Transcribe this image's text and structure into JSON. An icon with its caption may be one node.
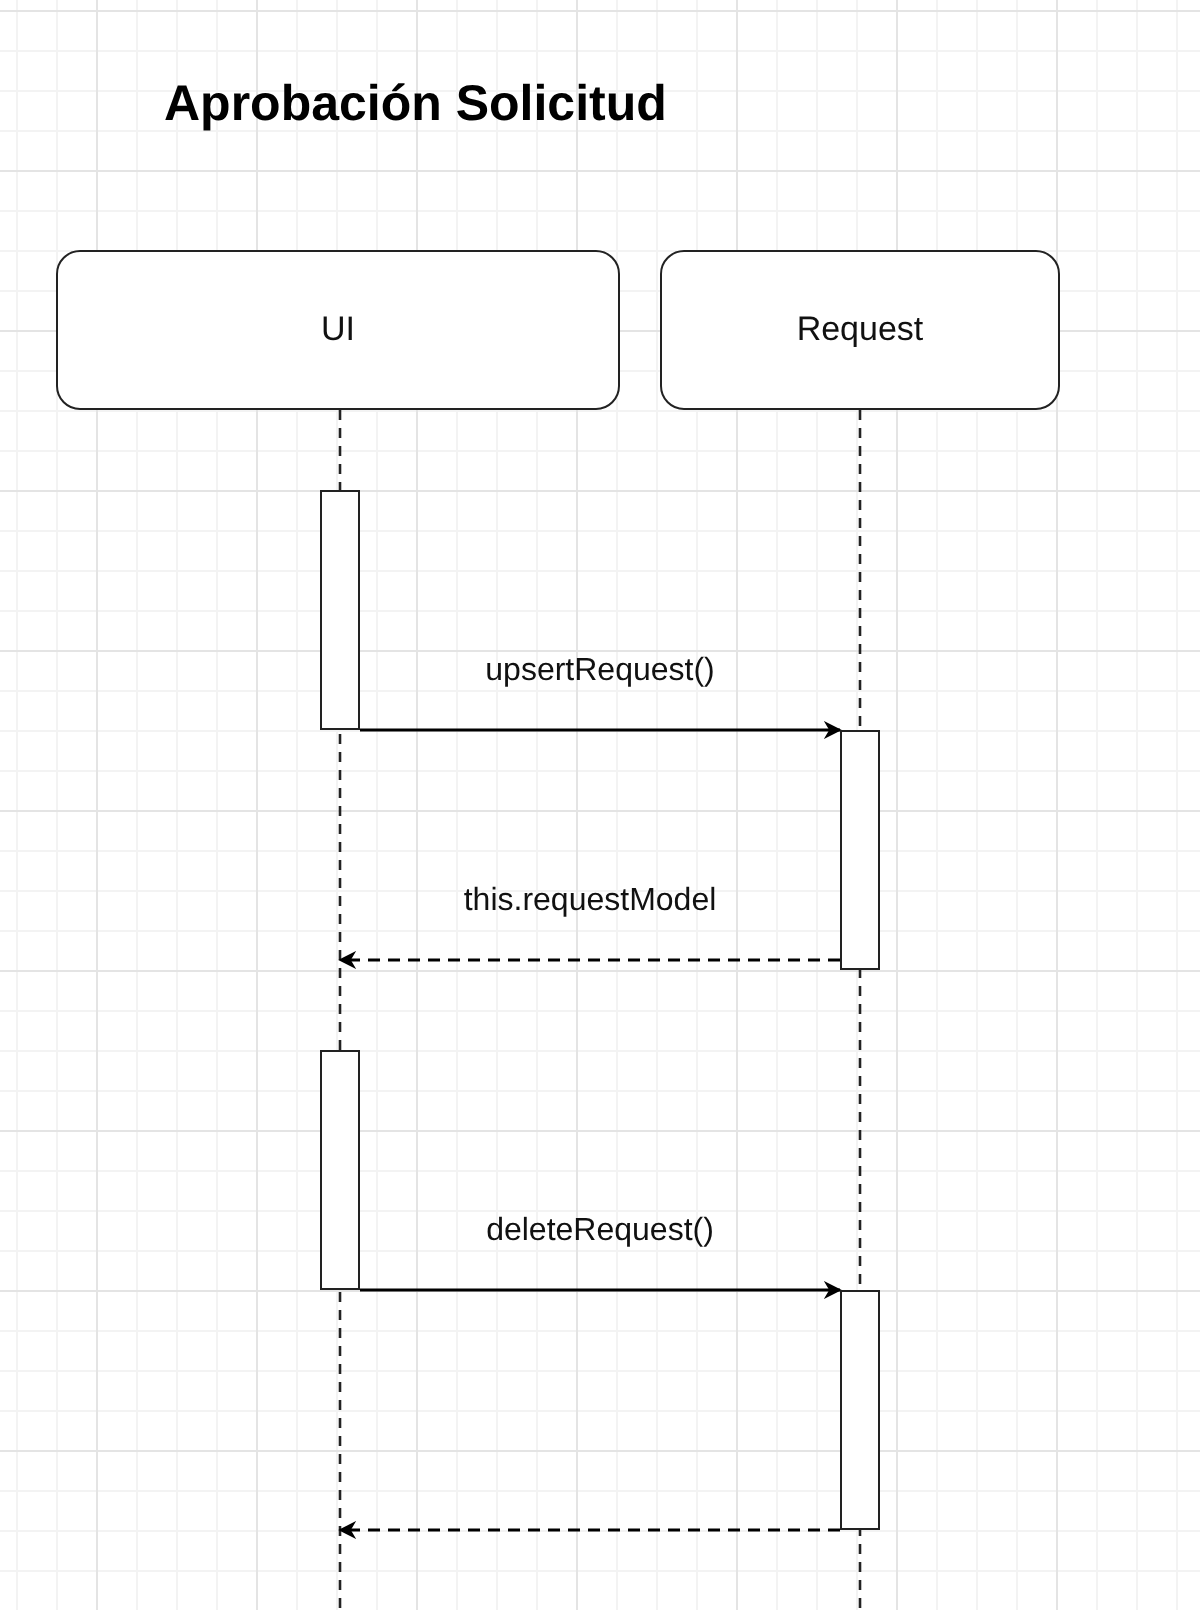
{
  "diagram": {
    "title": "Aprobación Solicitud",
    "nodes": [
      {
        "text": [
          "UI"
        ]
      },
      {
        "text": [
          "Request"
        ]
      },
      {
        "text": [],
        "shape": "bar"
      },
      {
        "text": [],
        "shape": "bar"
      },
      {
        "text": [],
        "shape": "bar"
      },
      {
        "text": [],
        "shape": "bar"
      }
    ],
    "edges": [
      {
        "from": 2,
        "to": 3,
        "arrow": "to",
        "label": "upsertRequest()"
      },
      {
        "from": 3,
        "to": null,
        "arrow": "to",
        "label": "this.requestModel",
        "style": "dashed"
      },
      {
        "from": 4,
        "to": 5,
        "arrow": "to",
        "label": "deleteRequest()"
      },
      {
        "from": 5,
        "to": null,
        "arrow": "to",
        "style": "dashed"
      }
    ]
  }
}
